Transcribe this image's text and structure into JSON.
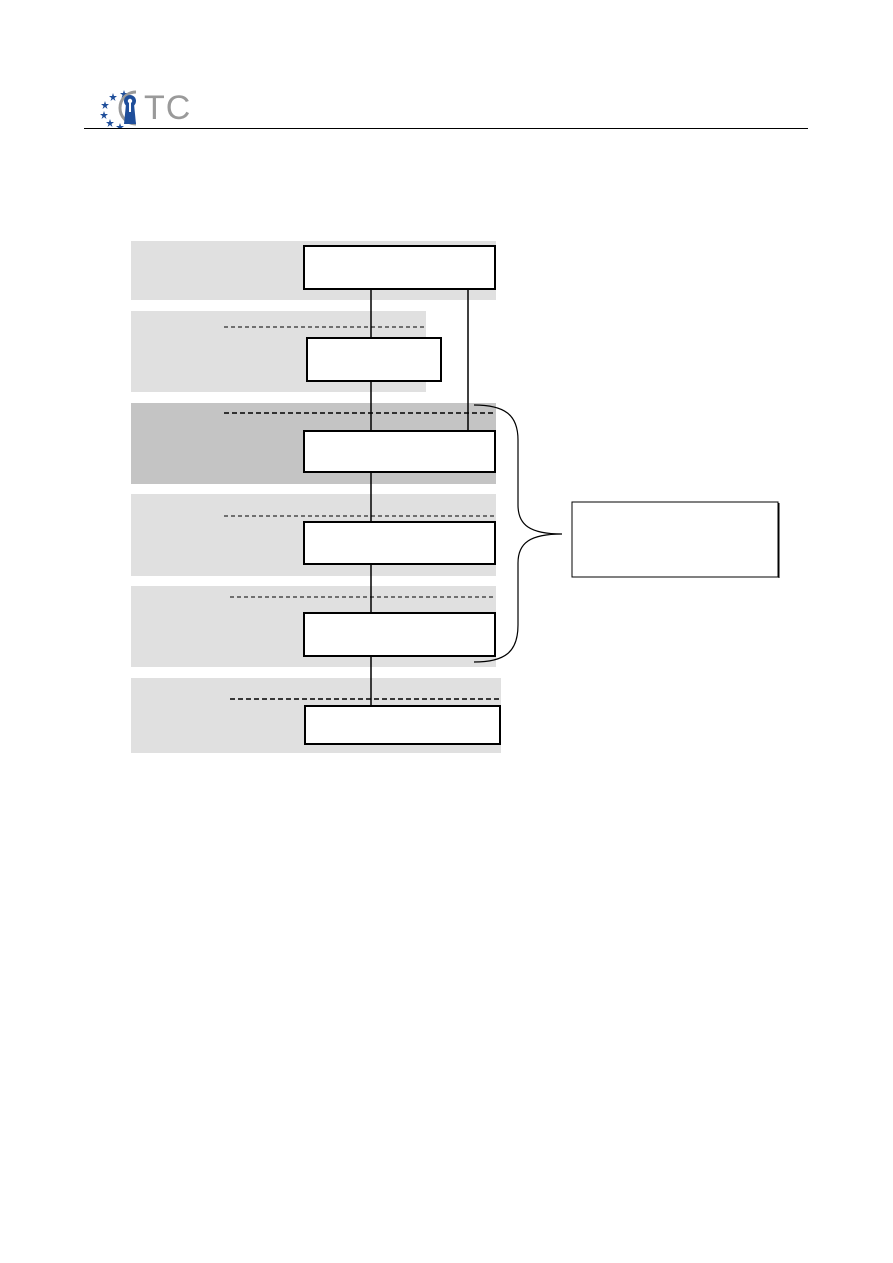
{
  "header": {
    "logo_text": "TC",
    "logo_icon": "keyhole-stars-icon"
  },
  "colors": {
    "band_light": "#e0e0e0",
    "band_dark": "#c4c4c4",
    "box_fill": "#ffffff",
    "stroke": "#000000",
    "logo_blue": "#1f4e9a",
    "logo_grey": "#9a9a9a"
  },
  "diagram": {
    "levels": 6,
    "highlighted_level": 3,
    "bracket_spans_levels": [
      3,
      5
    ]
  }
}
